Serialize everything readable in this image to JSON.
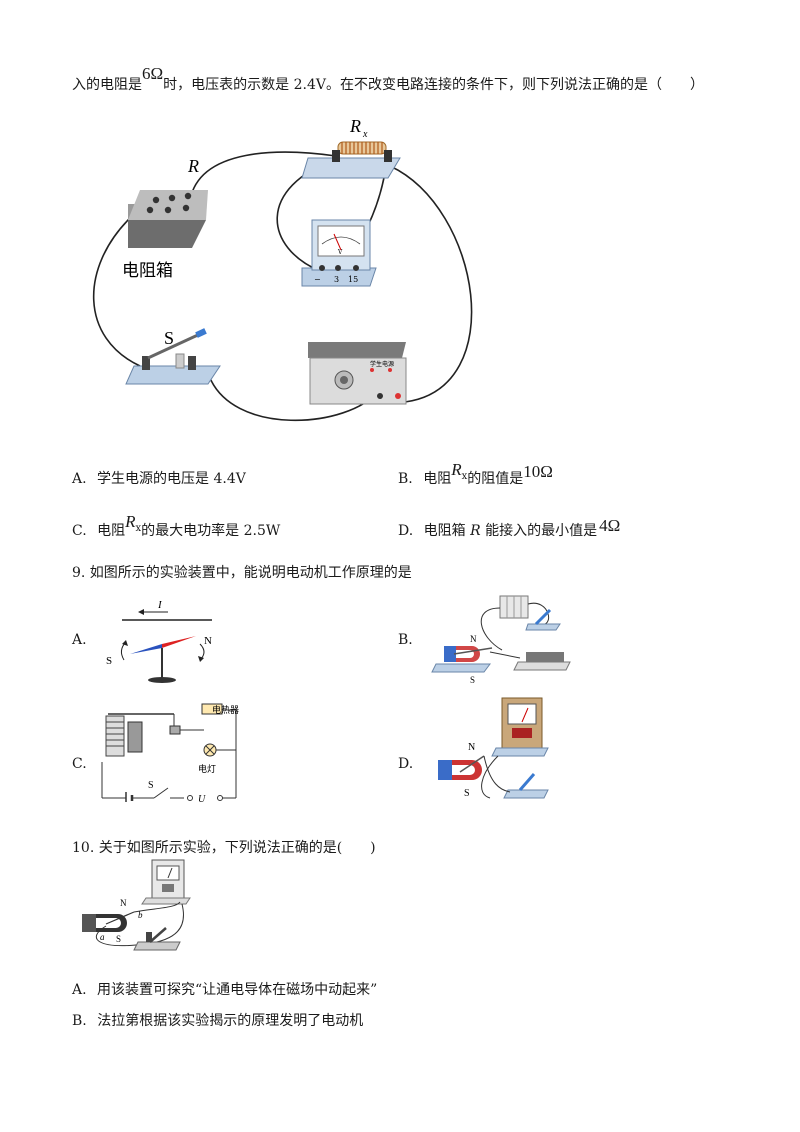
{
  "q8": {
    "stem_pre": "入的电阻是",
    "stem_value": "6Ω",
    "stem_post": "时，电压表的示数是 2.4V。在不改变电路连接的条件下，则下列说法正确的是（　　）",
    "figure": {
      "rx_label": "R",
      "rx_sub": "x",
      "r_label": "R",
      "box_label": "电阻箱",
      "switch_label": "S",
      "power_label": "学生电源",
      "voltmeter_ticks": [
        "−",
        "3",
        "15"
      ],
      "voltmeter_unit": "V"
    },
    "options": {
      "a": {
        "letter": "A.",
        "text": "学生电源的电压是 4.4V"
      },
      "b": {
        "letter": "B.",
        "pre": "电阻",
        "sym": "R",
        "sub": "x",
        "post": "的阻值是",
        "value": "10Ω"
      },
      "c": {
        "letter": "C.",
        "pre": "电阻",
        "sym": "R",
        "sub": "x",
        "post": "的最大电功率是 2.5W"
      },
      "d": {
        "letter": "D.",
        "pre": "电阻箱",
        "sym": "R",
        "post": "能接入的最小值是",
        "value": "4Ω"
      }
    }
  },
  "q9": {
    "stem": "9. 如图所示的实验装置中，能说明电动机工作原理的是",
    "options": {
      "a": {
        "letter": "A.",
        "current": "I",
        "north": "N",
        "south": "S"
      },
      "b": {
        "letter": "B.",
        "north": "N",
        "south": "S"
      },
      "c": {
        "letter": "C.",
        "heater": "电热器",
        "lamp": "电灯",
        "switch": "S",
        "voltage": "U"
      },
      "d": {
        "letter": "D.",
        "north": "N",
        "south": "S"
      }
    }
  },
  "q10": {
    "stem": "10. 关于如图所示实验，下列说法正确的是(　　)",
    "figure": {
      "north": "N",
      "south": "S",
      "a": "a",
      "b": "b"
    },
    "options": {
      "a": {
        "letter": "A.",
        "text": "用该装置可探究“让通电导体在磁场中动起来”"
      },
      "b": {
        "letter": "B.",
        "text": "法拉第根据该实验揭示的原理发明了电动机"
      }
    }
  }
}
